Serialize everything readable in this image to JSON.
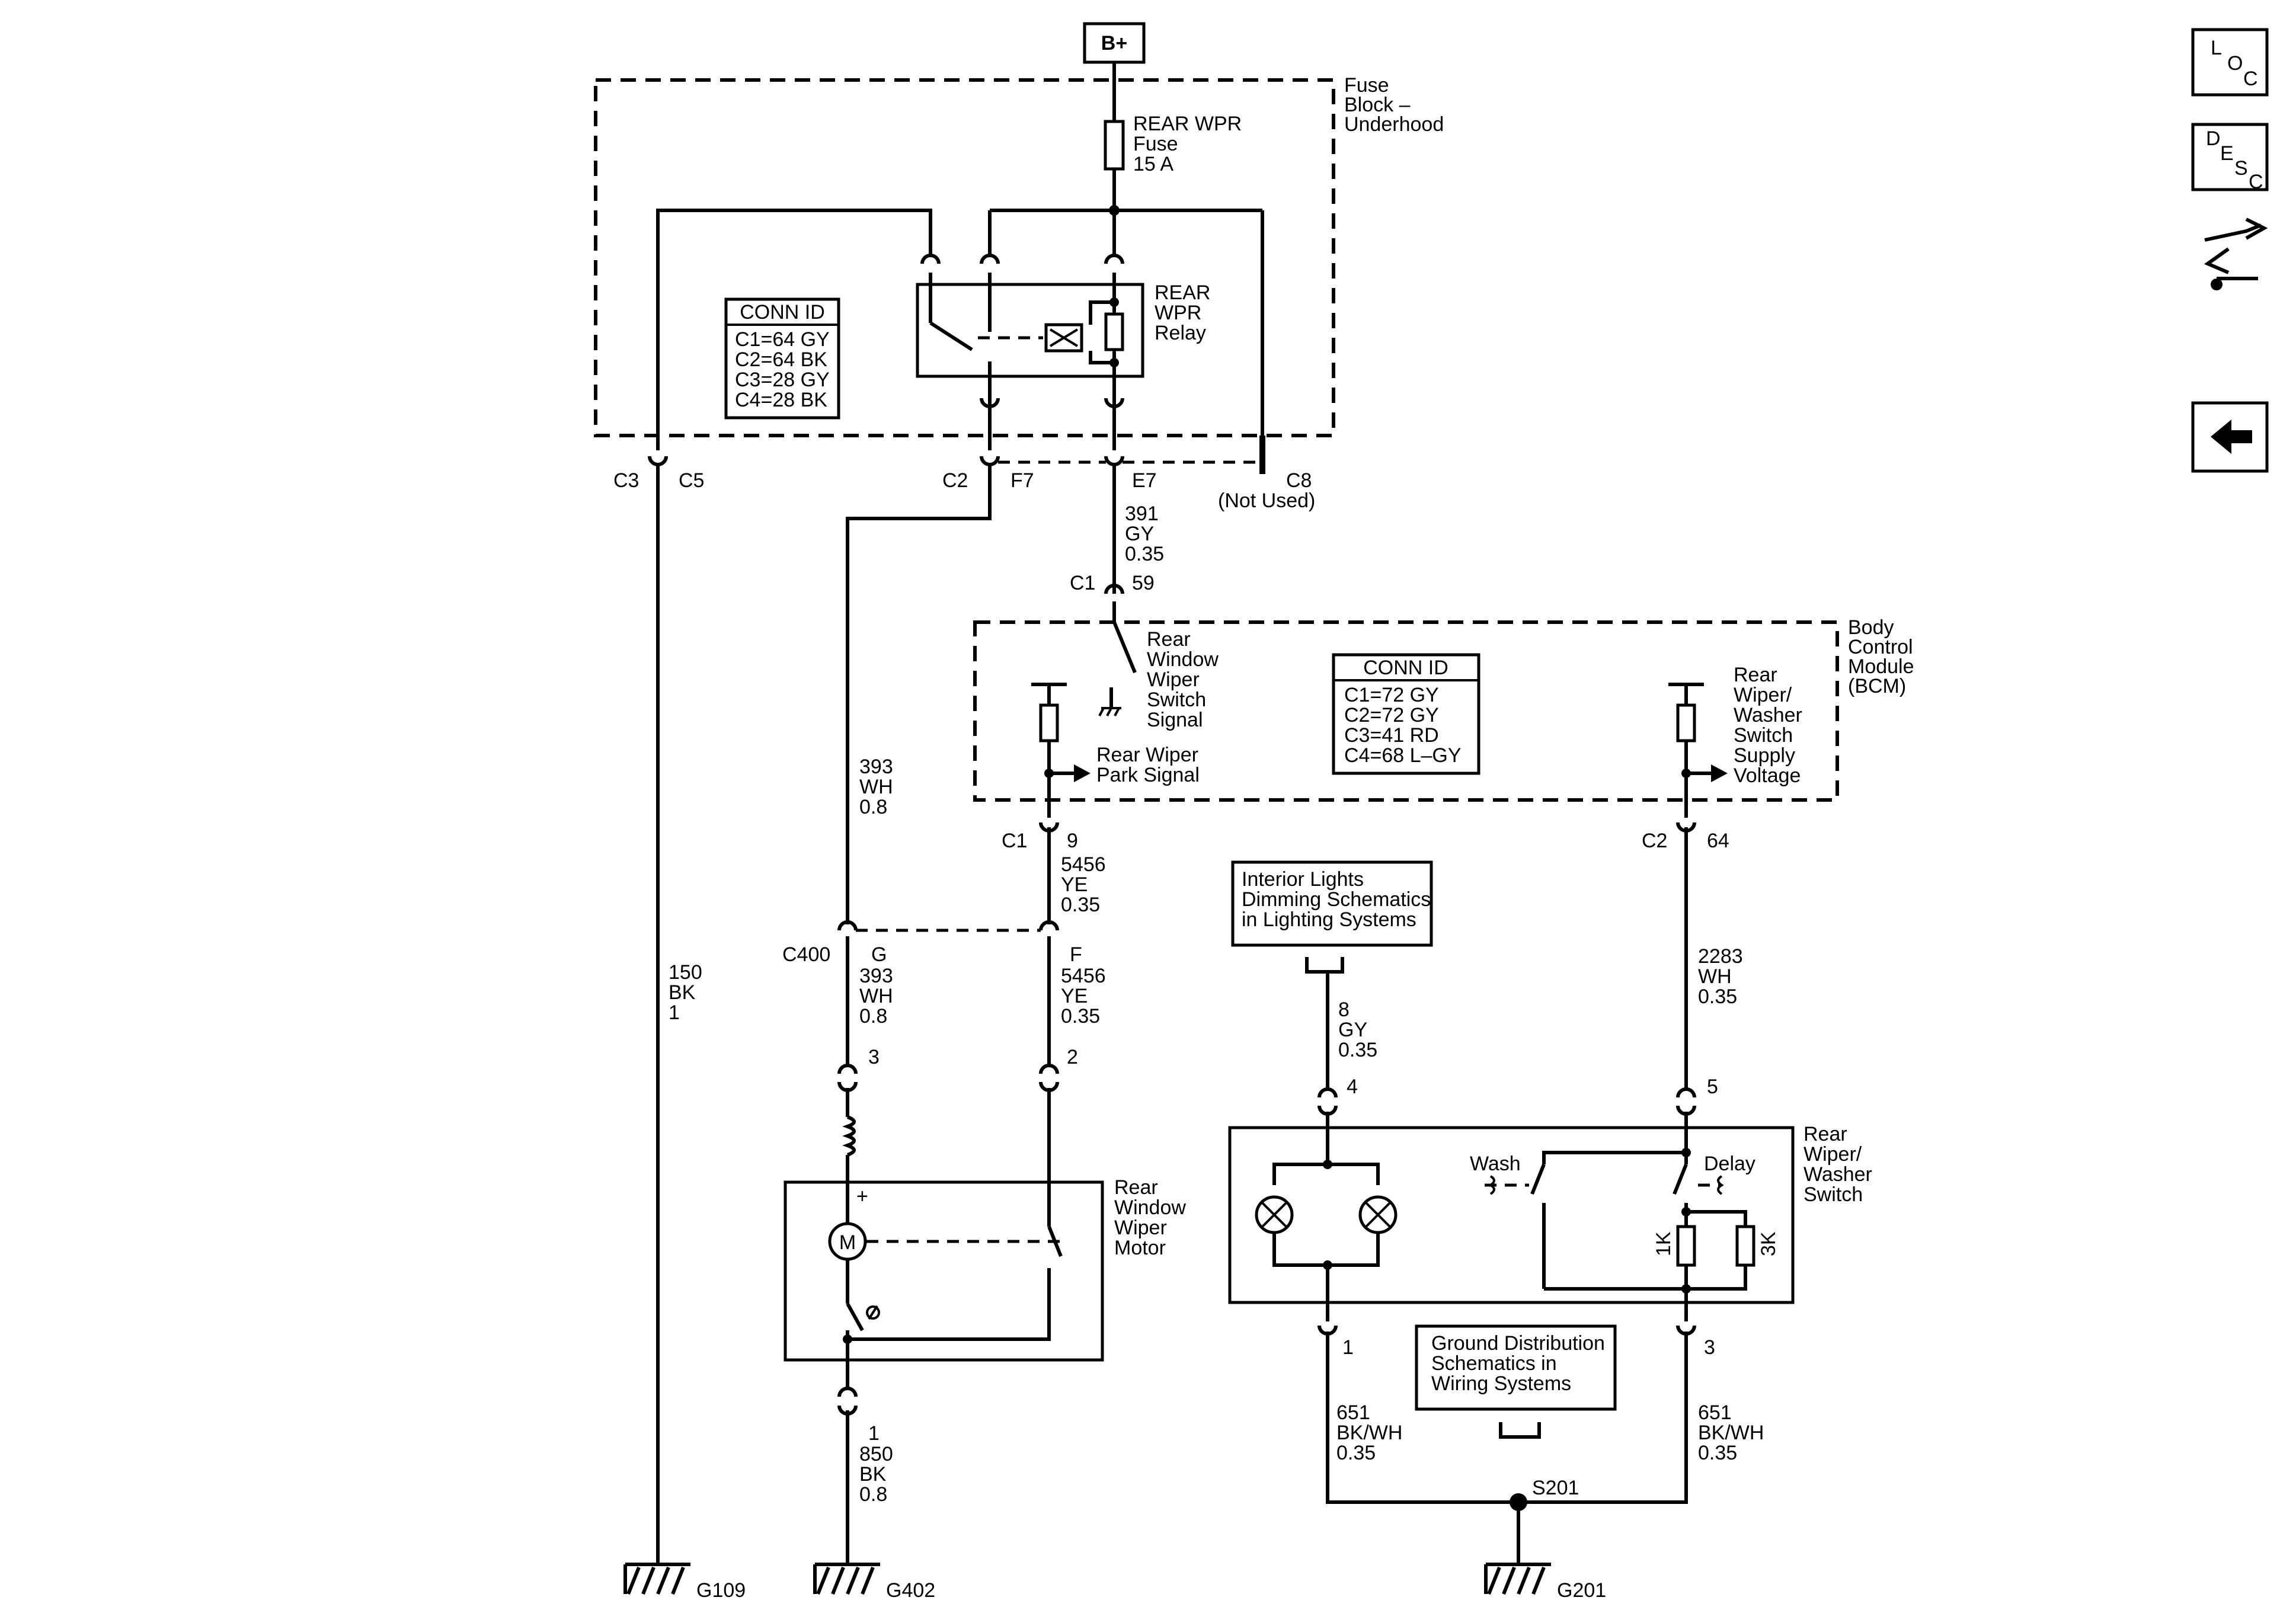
{
  "power": {
    "label": "B+"
  },
  "fuse_block": {
    "title_lines": [
      "Fuse",
      "Block –",
      "Underhood"
    ]
  },
  "fuse": {
    "lines": [
      "REAR WPR",
      "Fuse",
      "15 A"
    ]
  },
  "relay": {
    "lines": [
      "REAR",
      "WPR",
      "Relay"
    ]
  },
  "fuse_conn_id": {
    "header": "CONN ID",
    "rows": [
      "C1=64 GY",
      "C2=64 BK",
      "C3=28 GY",
      "C4=28 BK"
    ]
  },
  "bcm": {
    "title_lines": [
      "Body",
      "Control",
      "Module",
      "(BCM)"
    ]
  },
  "bcm_conn_id": {
    "header": "CONN ID",
    "rows": [
      "C1=72 GY",
      "C2=72 GY",
      "C3=41 RD",
      "C4=68 L–GY"
    ]
  },
  "bcm_signals": {
    "switch_signal": [
      "Rear",
      "Window",
      "Wiper",
      "Switch",
      "Signal"
    ],
    "park_signal": [
      "Rear Wiper",
      "Park Signal"
    ],
    "supply_voltage": [
      "Rear",
      "Wiper/",
      "Washer",
      "Switch",
      "Supply",
      "Voltage"
    ]
  },
  "pins": {
    "c3": "C3",
    "c5": "C5",
    "c2": "C2",
    "f7": "F7",
    "e7": "E7",
    "c8": "C8",
    "not_used": "(Not Used)",
    "bcm_c1_top": "C1",
    "bcm_59": "59",
    "bcm_c1_bot": "C1",
    "bcm_9": "9",
    "bcm_c2": "C2",
    "bcm_64": "64",
    "c400": "C400",
    "g": "G",
    "f": "F",
    "motor_3": "3",
    "motor_2": "2",
    "motor_1": "1",
    "sw_4": "4",
    "sw_5": "5",
    "sw_1": "1",
    "sw_3": "3"
  },
  "wires": {
    "w391": [
      "391",
      "GY",
      "0.35"
    ],
    "w393_top": [
      "393",
      "WH",
      "0.8"
    ],
    "w393_bot": [
      "393",
      "WH",
      "0.8"
    ],
    "w5456_top": [
      "5456",
      "YE",
      "0.35"
    ],
    "w5456_bot": [
      "5456",
      "YE",
      "0.35"
    ],
    "w150": [
      "150",
      "BK",
      "1"
    ],
    "w850": [
      "850",
      "BK",
      "0.8"
    ],
    "w8": [
      "8",
      "GY",
      "0.35"
    ],
    "w2283": [
      "2283",
      "WH",
      "0.35"
    ],
    "w651_left": [
      "651",
      "BK/WH",
      "0.35"
    ],
    "w651_right": [
      "651",
      "BK/WH",
      "0.35"
    ]
  },
  "motor": {
    "lines": [
      "Rear",
      "Window",
      "Wiper",
      "Motor"
    ],
    "m_symbol": "M",
    "plus": "+"
  },
  "interior_ref": {
    "lines": [
      "Interior Lights",
      "Dimming Schematics",
      "in Lighting Systems"
    ]
  },
  "ground_ref": {
    "lines": [
      "Ground Distribution",
      "Schematics in",
      "Wiring Systems"
    ]
  },
  "switch": {
    "lines": [
      "Rear",
      "Wiper/",
      "Washer",
      "Switch"
    ],
    "wash": "Wash",
    "delay": "Delay",
    "r1": "1K",
    "r2": "3K"
  },
  "splice": {
    "label": "S201"
  },
  "grounds": {
    "g109": "G109",
    "g402": "G402",
    "g201": "G201"
  },
  "nav": {
    "loc": [
      "L",
      "O",
      "C"
    ],
    "desc": [
      "D",
      "E",
      "S",
      "C"
    ],
    "connector_icon": "connector-icon",
    "back_icon": "back-arrow-icon"
  }
}
